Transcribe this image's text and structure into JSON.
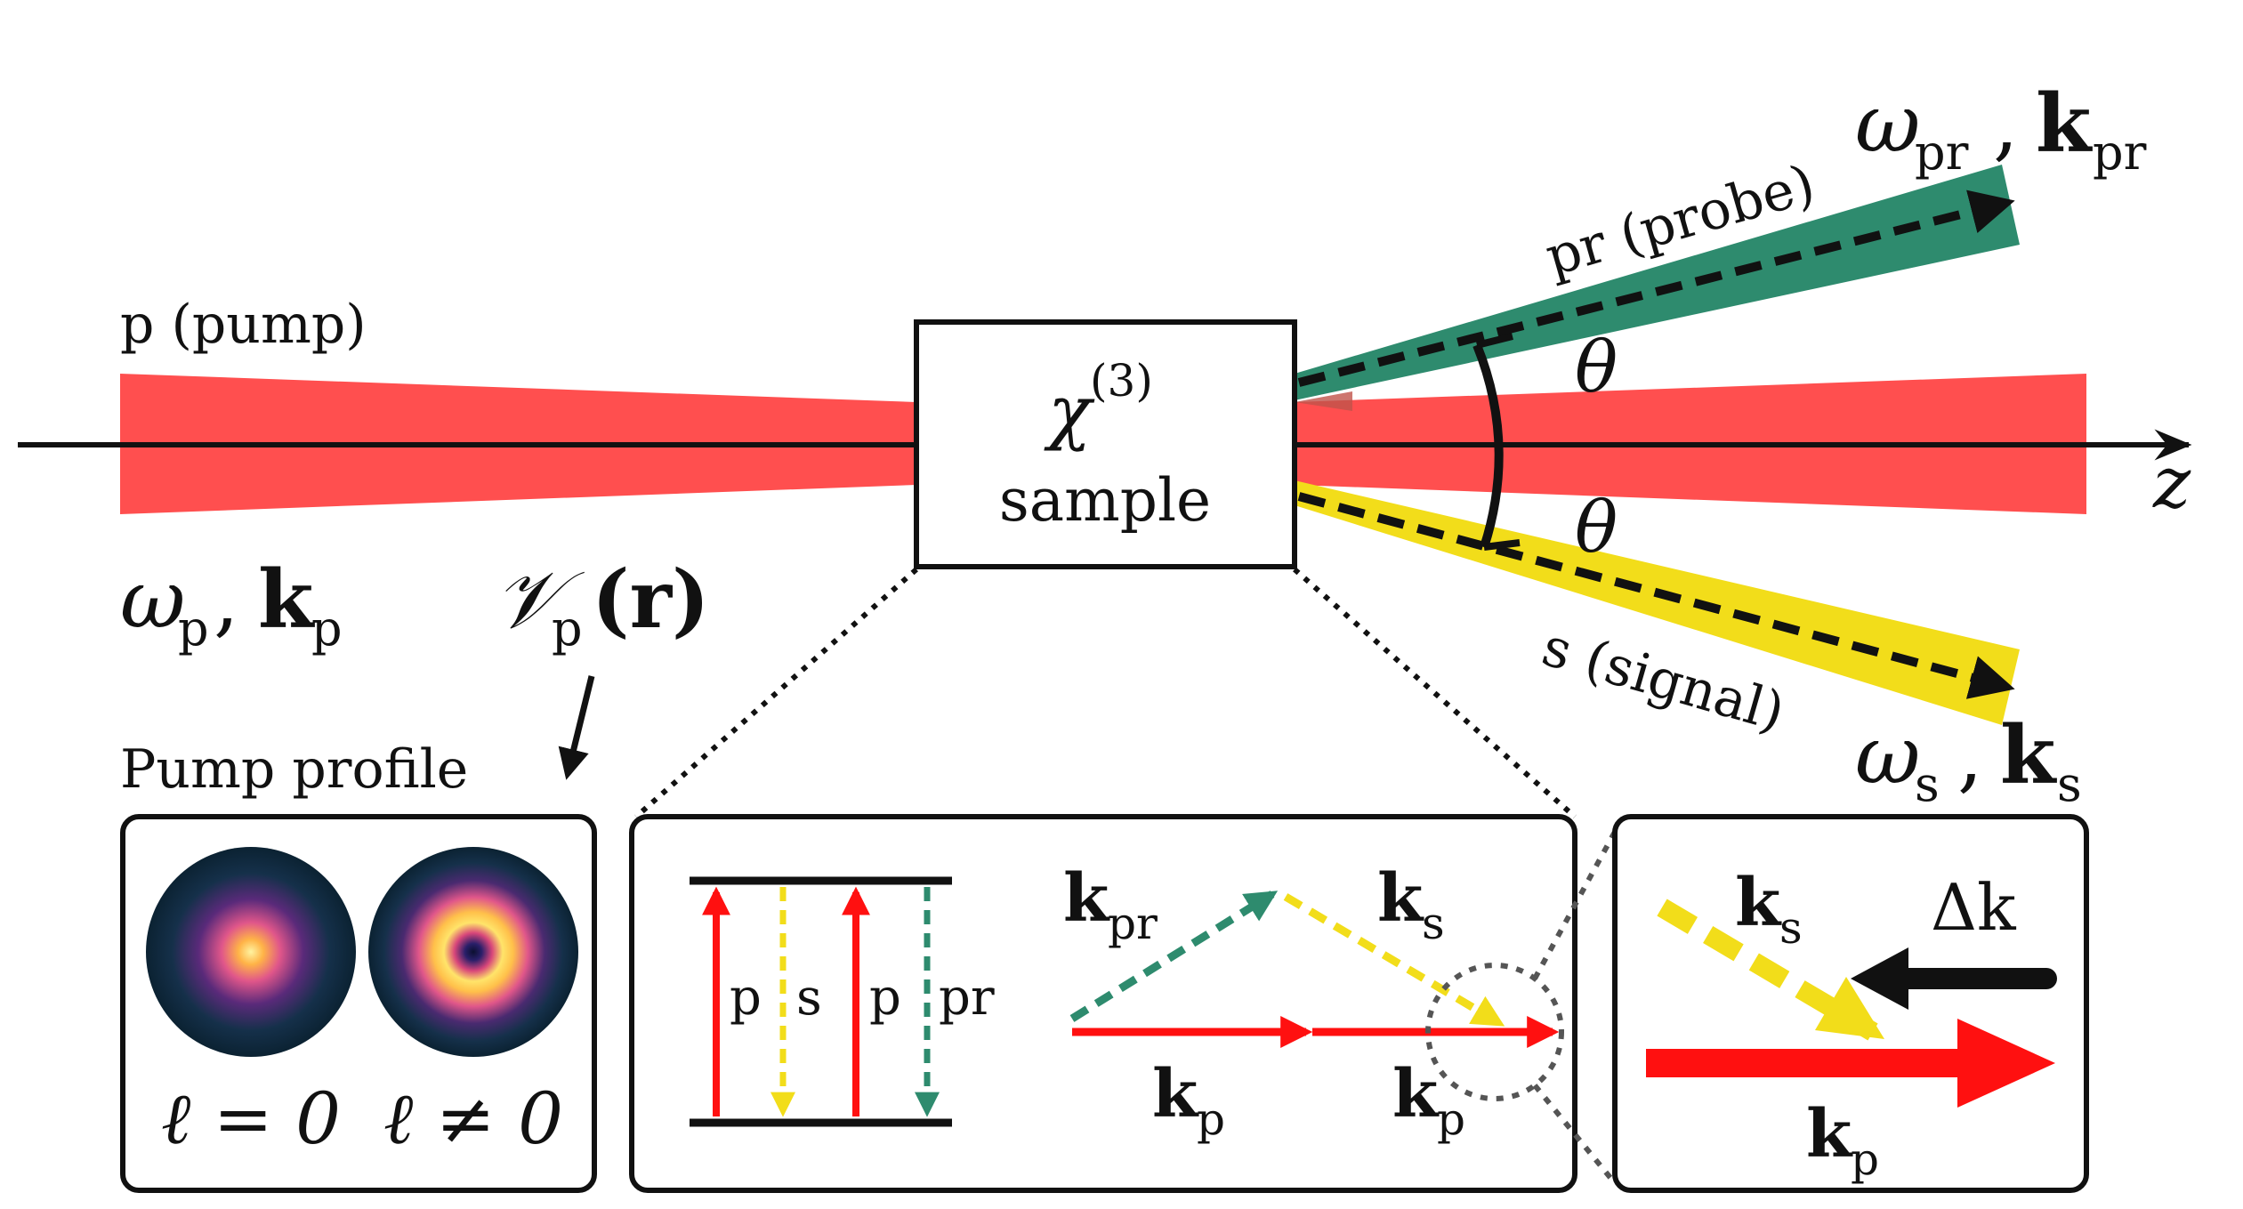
{
  "colors": {
    "pump": "#ff4f4f",
    "probe": "#2e8b6e",
    "signal": "#f2dd1a",
    "axis": "#111111",
    "arrow_red": "#ff1010",
    "profile_bg": "#0b2232",
    "dotted": "#555555"
  },
  "beams": {
    "pump_label": "p (pump)",
    "probe_label": "pr (probe)",
    "signal_label": "s (signal)",
    "axis_label": "z",
    "angle_label": "θ"
  },
  "sample": {
    "chi": "χ",
    "chi_order": "(3)",
    "label": "sample"
  },
  "labels": {
    "omega": "ω",
    "k": "k",
    "comma": ",",
    "sub_p": "p",
    "sub_pr": "pr",
    "sub_s": "s",
    "mode_volume": "𝒱",
    "mode_arg": "(r)"
  },
  "profile_panel": {
    "title": "Pump profile",
    "ell_zero": "ℓ = 0",
    "ell_nonzero": "ℓ ≠ 0"
  },
  "level_panel": {
    "p1": "p",
    "s": "s",
    "p2": "p",
    "pr": "pr",
    "k_pr": "k",
    "k_pr_sub": "pr",
    "k_s": "k",
    "k_s_sub": "s",
    "k_p1": "k",
    "k_p1_sub": "p",
    "k_p2": "k",
    "k_p2_sub": "p"
  },
  "zoom_panel": {
    "k_s": "k",
    "k_s_sub": "s",
    "delta_k": "Δk",
    "k_p": "k",
    "k_p_sub": "p"
  }
}
